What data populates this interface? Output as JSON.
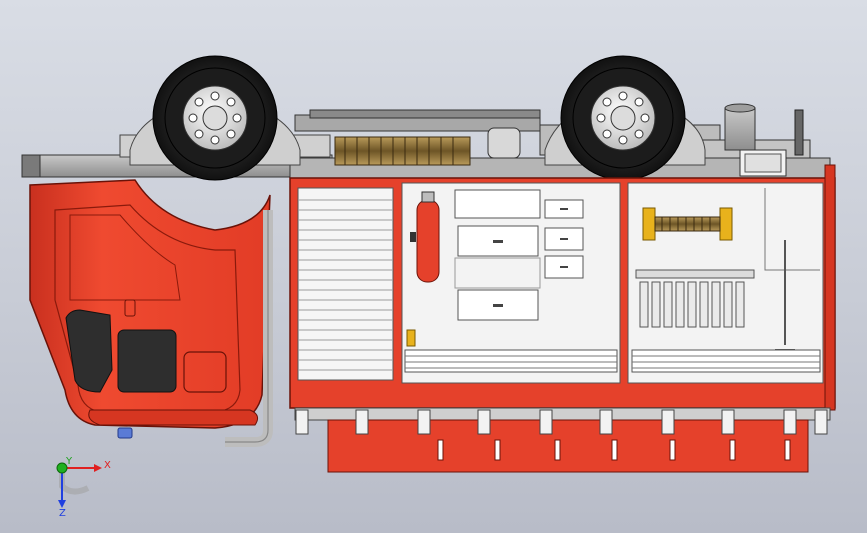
{
  "viewport": {
    "background_top": "#d9dde5",
    "background_bottom": "#b8bcc8"
  },
  "model": {
    "body_color": "#e8402a",
    "body_dark": "#b8281a",
    "frame_color": "#9a9a9a",
    "panel_color": "#f2f2f2",
    "accent_yellow": "#e8b21c",
    "window_color": "#3a3a3a"
  },
  "triad": {
    "x_label": "X",
    "y_label": "Y",
    "z_label": "Z",
    "x_color": "#e02020",
    "y_color": "#20b020",
    "z_color": "#2040e0"
  }
}
